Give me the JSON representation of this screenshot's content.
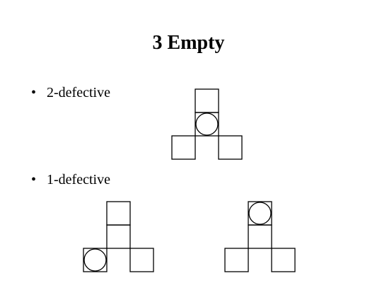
{
  "slide": {
    "title": "3 Empty",
    "bullets": [
      {
        "marker": "•",
        "text": "2-defective"
      },
      {
        "marker": "•",
        "text": "1-defective"
      }
    ]
  },
  "colors": {
    "stroke": "#000000",
    "background": "#ffffff"
  },
  "figures": [
    {
      "name": "figure-2-defective",
      "circle_square": "center"
    },
    {
      "name": "figure-1-defective-left",
      "circle_square": "bottom-left"
    },
    {
      "name": "figure-1-defective-right",
      "circle_square": "top"
    }
  ]
}
